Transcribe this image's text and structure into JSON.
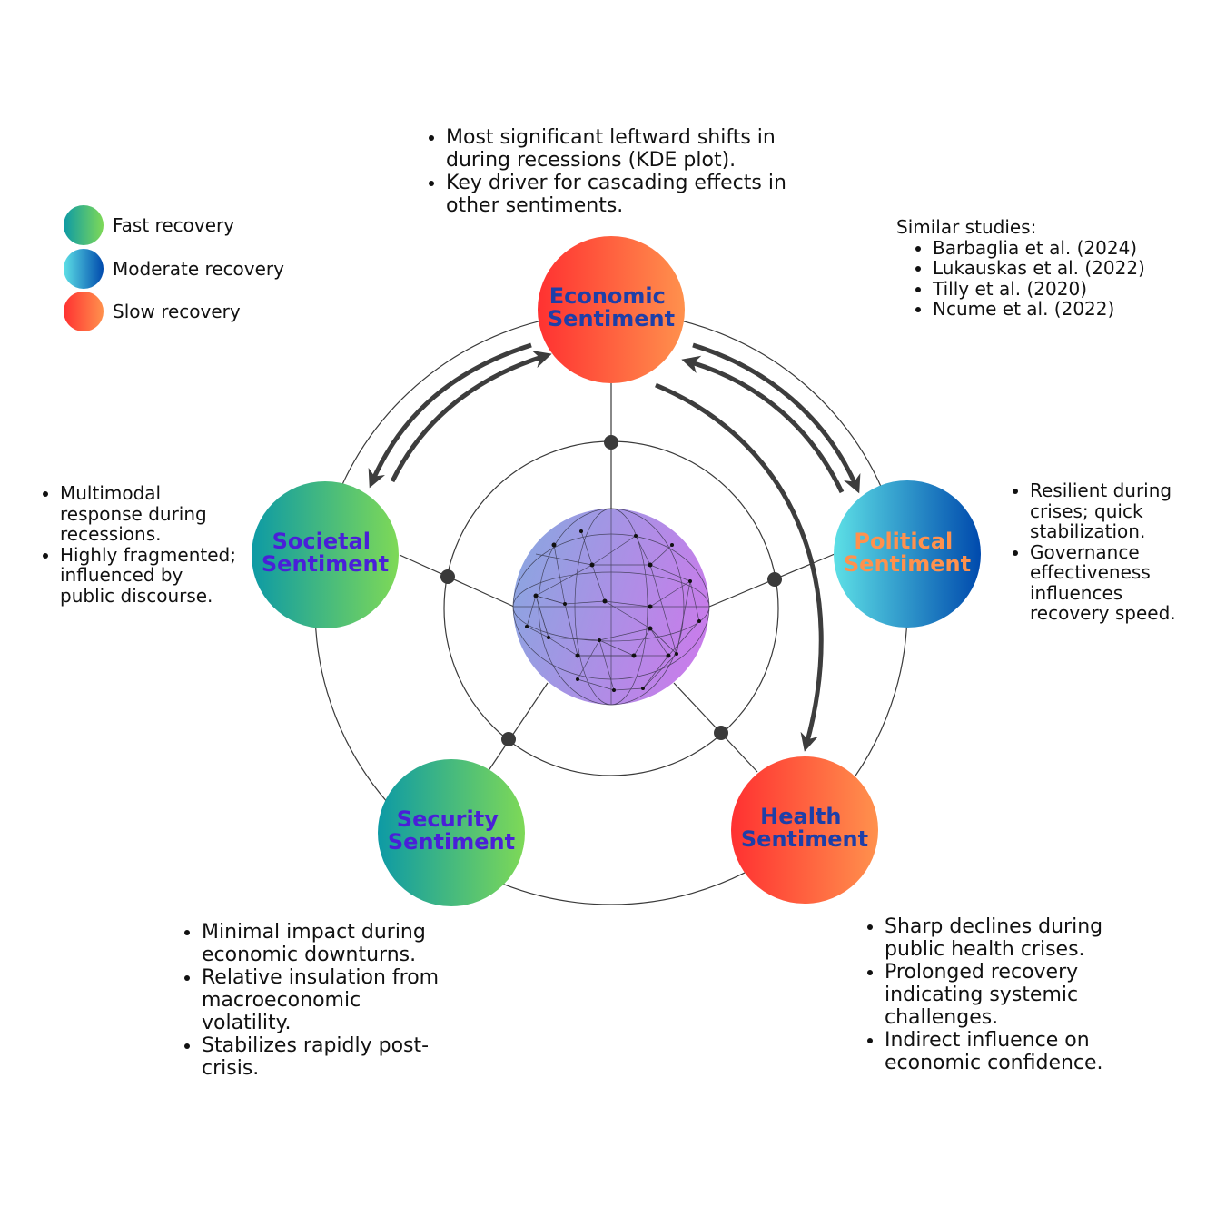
{
  "legend": [
    {
      "label": "Fast recovery",
      "gradient": [
        "#0d9aa5",
        "#7ed957"
      ]
    },
    {
      "label": "Moderate recovery",
      "gradient": [
        "#5de0e6",
        "#004aad"
      ]
    },
    {
      "label": "Slow recovery",
      "gradient": [
        "#ff3131",
        "#ff914d"
      ]
    }
  ],
  "nodes": {
    "economic": {
      "line1": "Economic",
      "line2": "Sentiment",
      "text_color": "#1e3fa8",
      "recovery": "Slow recovery"
    },
    "political": {
      "line1": "Political",
      "line2": "Sentiment",
      "text_color": "#ff914d",
      "recovery": "Moderate recovery"
    },
    "health": {
      "line1": "Health",
      "line2": "Sentiment",
      "text_color": "#1e3fa8",
      "recovery": "Slow recovery"
    },
    "security": {
      "line1": "Security",
      "line2": "Sentiment",
      "text_color": "#4a1fd8",
      "recovery": "Fast recovery"
    },
    "societal": {
      "line1": "Societal",
      "line2": "Sentiment",
      "text_color": "#4a1fd8",
      "recovery": "Fast recovery"
    }
  },
  "hub": {
    "icon": "network-globe-icon",
    "gradient": [
      "#8aa6e0",
      "#c77dea"
    ]
  },
  "colors": {
    "lines": "#3a3a3a",
    "arrows": "#3d3d3d"
  },
  "notes": {
    "economic": [
      "Most significant leftward shifts in during recessions (KDE plot).",
      "Key driver for cascading effects in other sentiments."
    ],
    "similar_studies": {
      "title": "Similar studies:",
      "items": [
        "Barbaglia et al. (2024)",
        "Lukauskas et al. (2022)",
        "Tilly et al. (2020)",
        "Ncume et al. (2022)"
      ]
    },
    "societal": [
      "Multimodal response during recessions.",
      "Highly fragmented; influenced by public discourse."
    ],
    "political": [
      "Resilient during crises; quick stabilization.",
      "Governance effectiveness influences recovery speed."
    ],
    "security": [
      "Minimal impact during economic downturns.",
      "Relative insulation from macroeconomic volatility.",
      "Stabilizes rapidly post-crisis."
    ],
    "health": [
      "Sharp declines during public health crises.",
      "Prolonged recovery indicating systemic challenges.",
      "Indirect influence on economic confidence."
    ]
  }
}
